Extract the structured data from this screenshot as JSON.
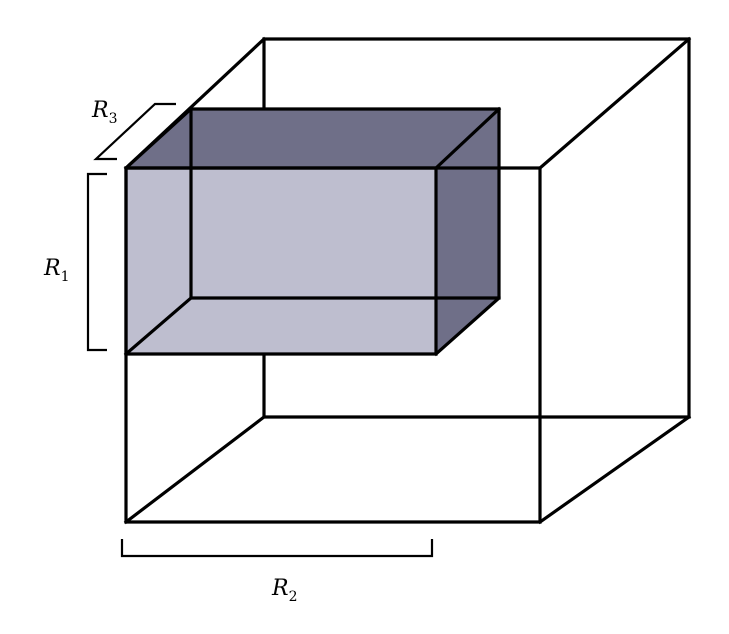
{
  "labels": {
    "r1": {
      "base": "R",
      "sub": "1"
    },
    "r2": {
      "base": "R",
      "sub": "2"
    },
    "r3": {
      "base": "R",
      "sub": "3"
    }
  },
  "colors": {
    "stroke": "#000000",
    "inner_front_face": "#bebecf",
    "inner_right_face": "#6f6f88",
    "inner_top_face": "#6f6f88",
    "background": "#ffffff"
  }
}
